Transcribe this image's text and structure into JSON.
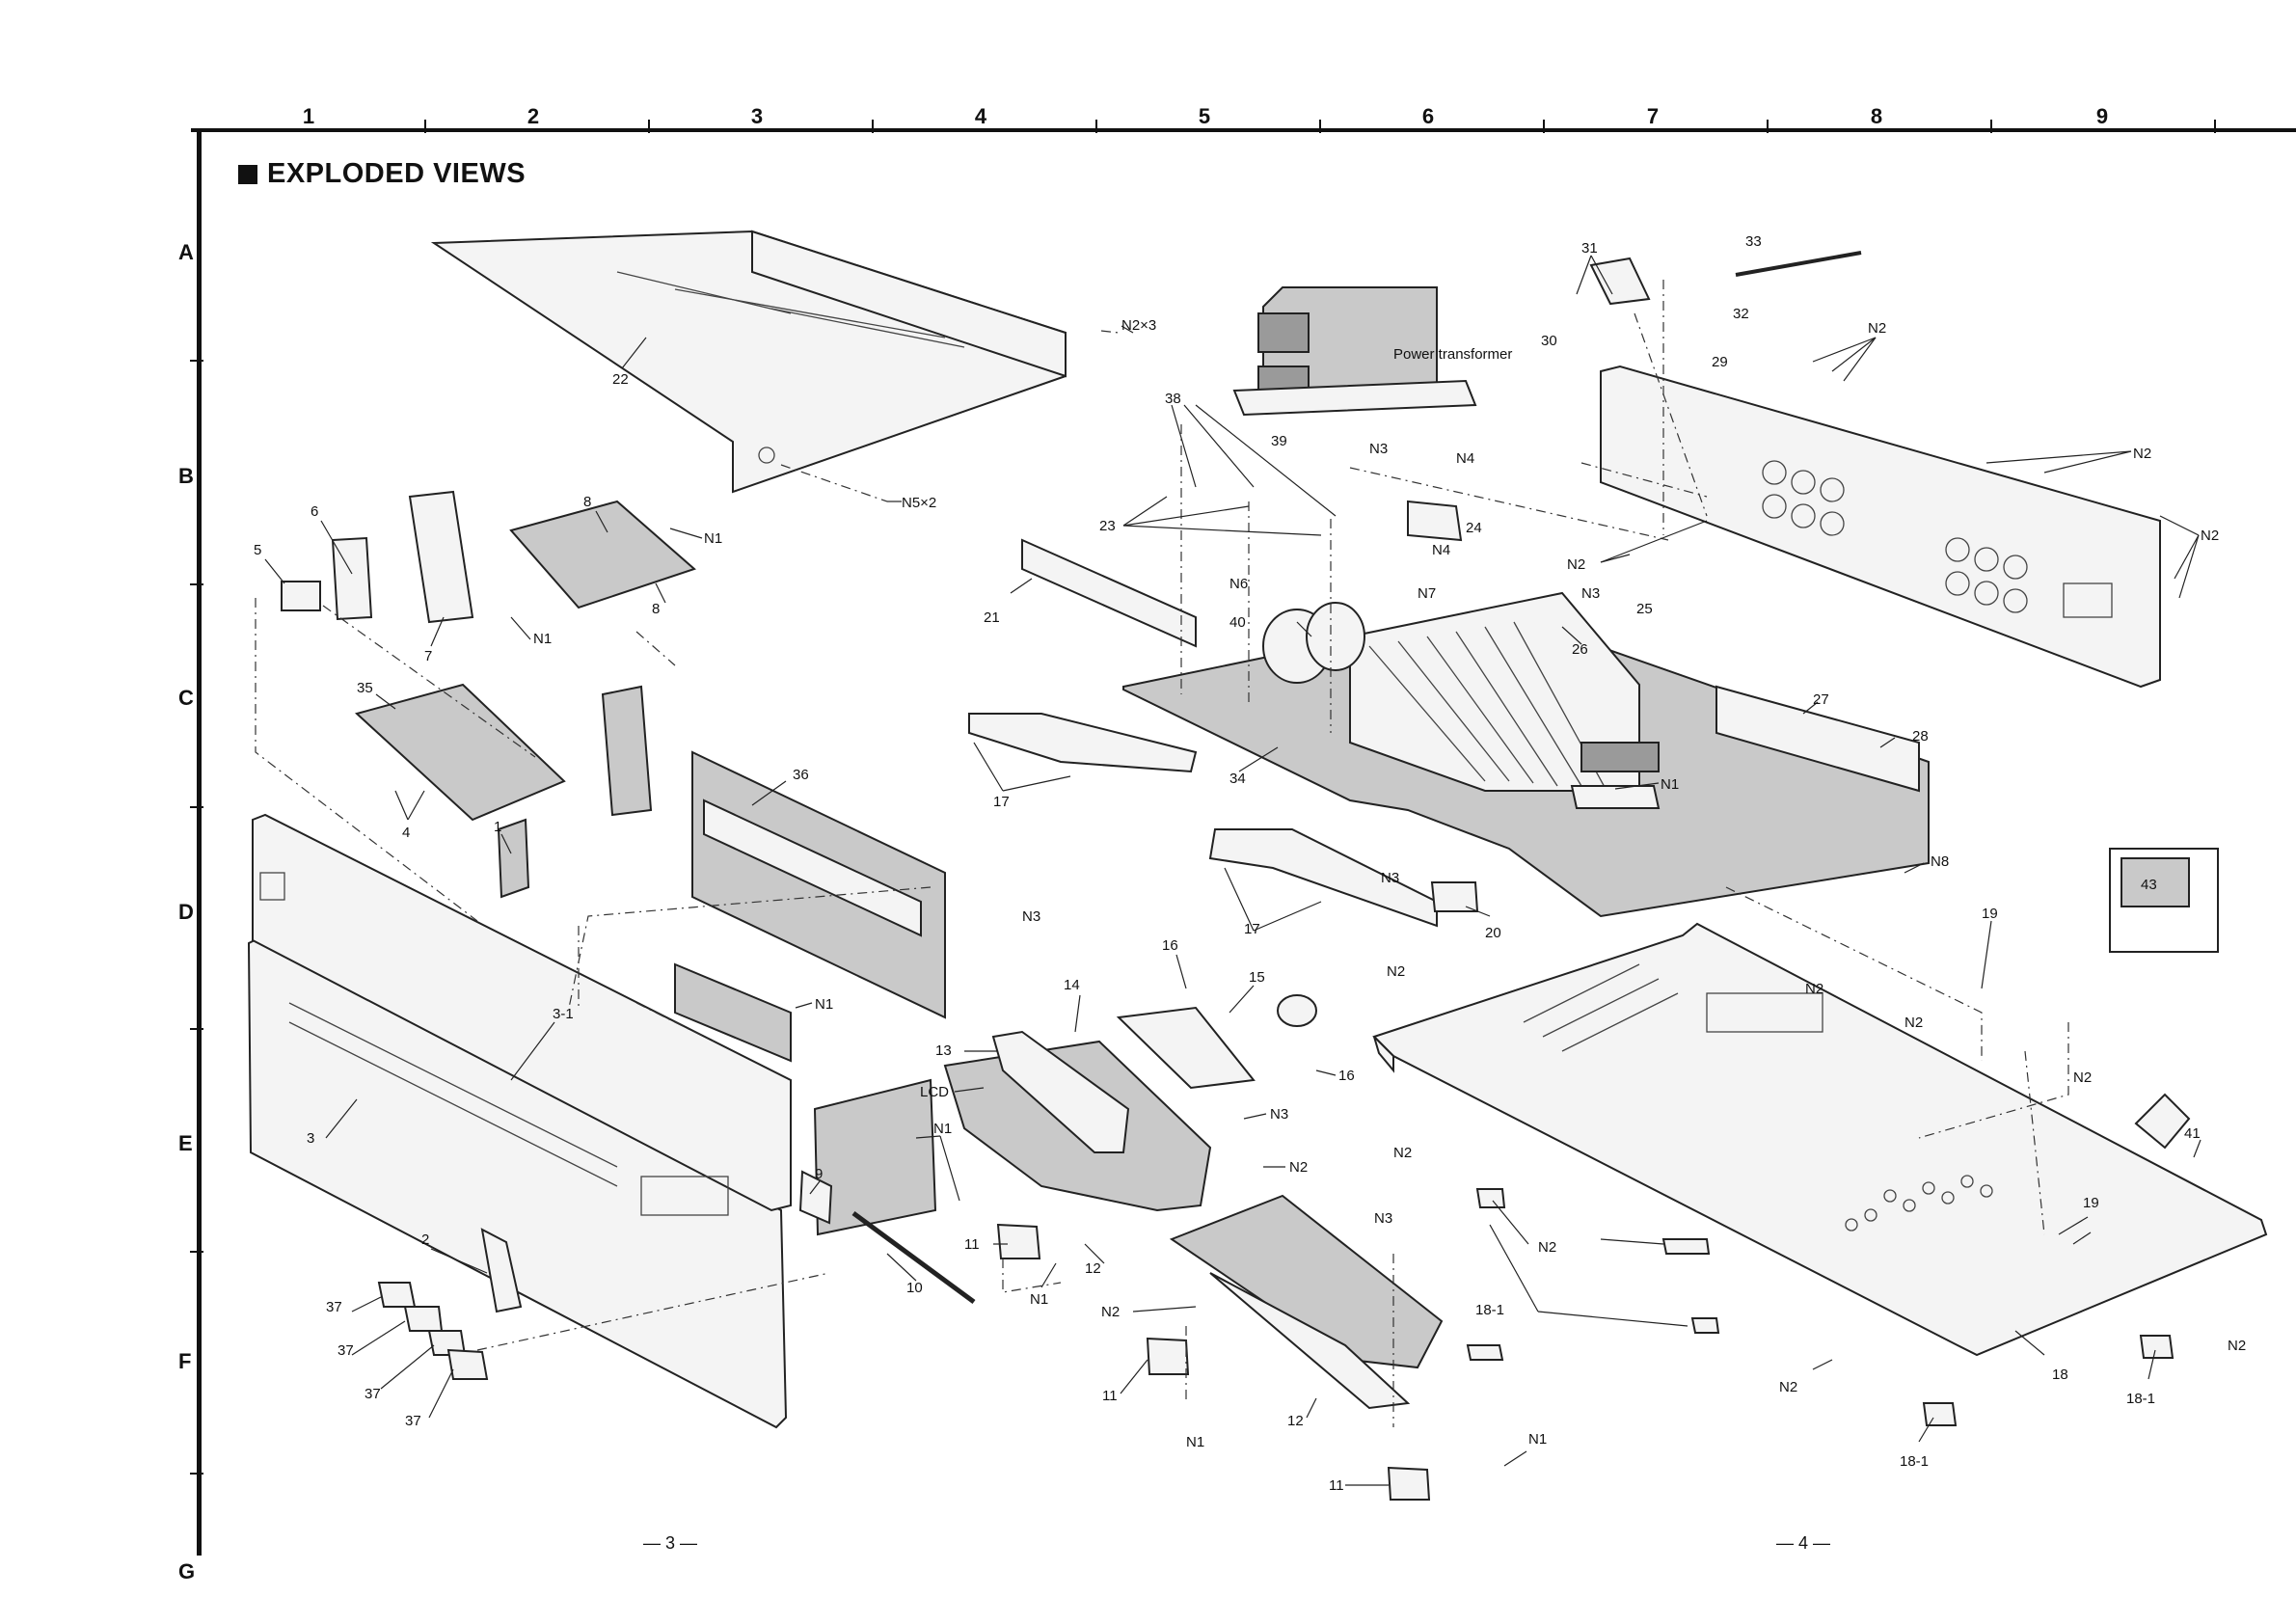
{
  "title": "EXPLODED VIEWS",
  "grid": {
    "columns": [
      "1",
      "2",
      "3",
      "4",
      "5",
      "6",
      "7",
      "8",
      "9"
    ],
    "rows": [
      "A",
      "B",
      "C",
      "D",
      "E",
      "F",
      "G"
    ]
  },
  "page_numbers": {
    "left": "— 3 —",
    "right": "— 4 —"
  },
  "labels": {
    "l22": "22",
    "l_n2x3": "N2×3",
    "l_n5x2": "N5×2",
    "l_power": "Power transformer",
    "l39": "39",
    "l38": "38",
    "l23": "23",
    "l31": "31",
    "l30": "30",
    "l33": "33",
    "l32": "32",
    "l29": "29",
    "l_n2_a": "N2",
    "l_n2_b": "N2",
    "l_n2_c": "N2",
    "l_n2_d": "N2",
    "l_n3_a": "N3",
    "l_n4_a": "N4",
    "l_n4_b": "N4",
    "l24": "24",
    "l25": "25",
    "l_n3_b": "N3",
    "l_n6": "N6",
    "l_n7": "N7",
    "l21": "21",
    "l40": "40",
    "l26": "26",
    "l27": "27",
    "l28": "28",
    "l34": "34",
    "l_n1_c": "N1",
    "l_n3_c": "N3",
    "l20": "20",
    "l_n8": "N8",
    "l17_a": "17",
    "l17_b": "17",
    "l43": "43",
    "l19_a": "19",
    "l19_b": "19",
    "l5": "5",
    "l6": "6",
    "l7": "7",
    "l8_a": "8",
    "l8_b": "8",
    "l_n1_a": "N1",
    "l_n1_b": "N1",
    "l35": "35",
    "l4": "4",
    "l1": "1",
    "l36": "36",
    "l3_1": "3-1",
    "l3": "3",
    "l_n1_d": "N1",
    "l_n3_d": "N3",
    "l16_a": "16",
    "l15": "15",
    "l14": "14",
    "l13": "13",
    "l_lcd": "LCD",
    "l16_b": "16",
    "l_n3_e": "N3",
    "l_n2_e": "N2",
    "l9": "9",
    "l_n1_e": "N1",
    "l10": "10",
    "l11_a": "11",
    "l12_a": "12",
    "l_n1_f": "N1",
    "l_n2_f": "N2",
    "l11_b": "11",
    "l_n1_g": "N1",
    "l12_b": "12",
    "l_n3_f": "N3",
    "l11_c": "11",
    "l_n1_h": "N1",
    "l2": "2",
    "l37_a": "37",
    "l37_b": "37",
    "l37_c": "37",
    "l37_d": "37",
    "l_n2_g": "N2",
    "l_n2_h": "N2",
    "l_n2_i": "N2",
    "l_n2_j": "N2",
    "l_n2_k": "N2",
    "l_n2_l": "N2",
    "l_n2_m": "N2",
    "l_n2_n": "N2",
    "l18_1_a": "18-1",
    "l18_1_b": "18-1",
    "l18_1_c": "18-1",
    "l18": "18",
    "l41": "41"
  }
}
